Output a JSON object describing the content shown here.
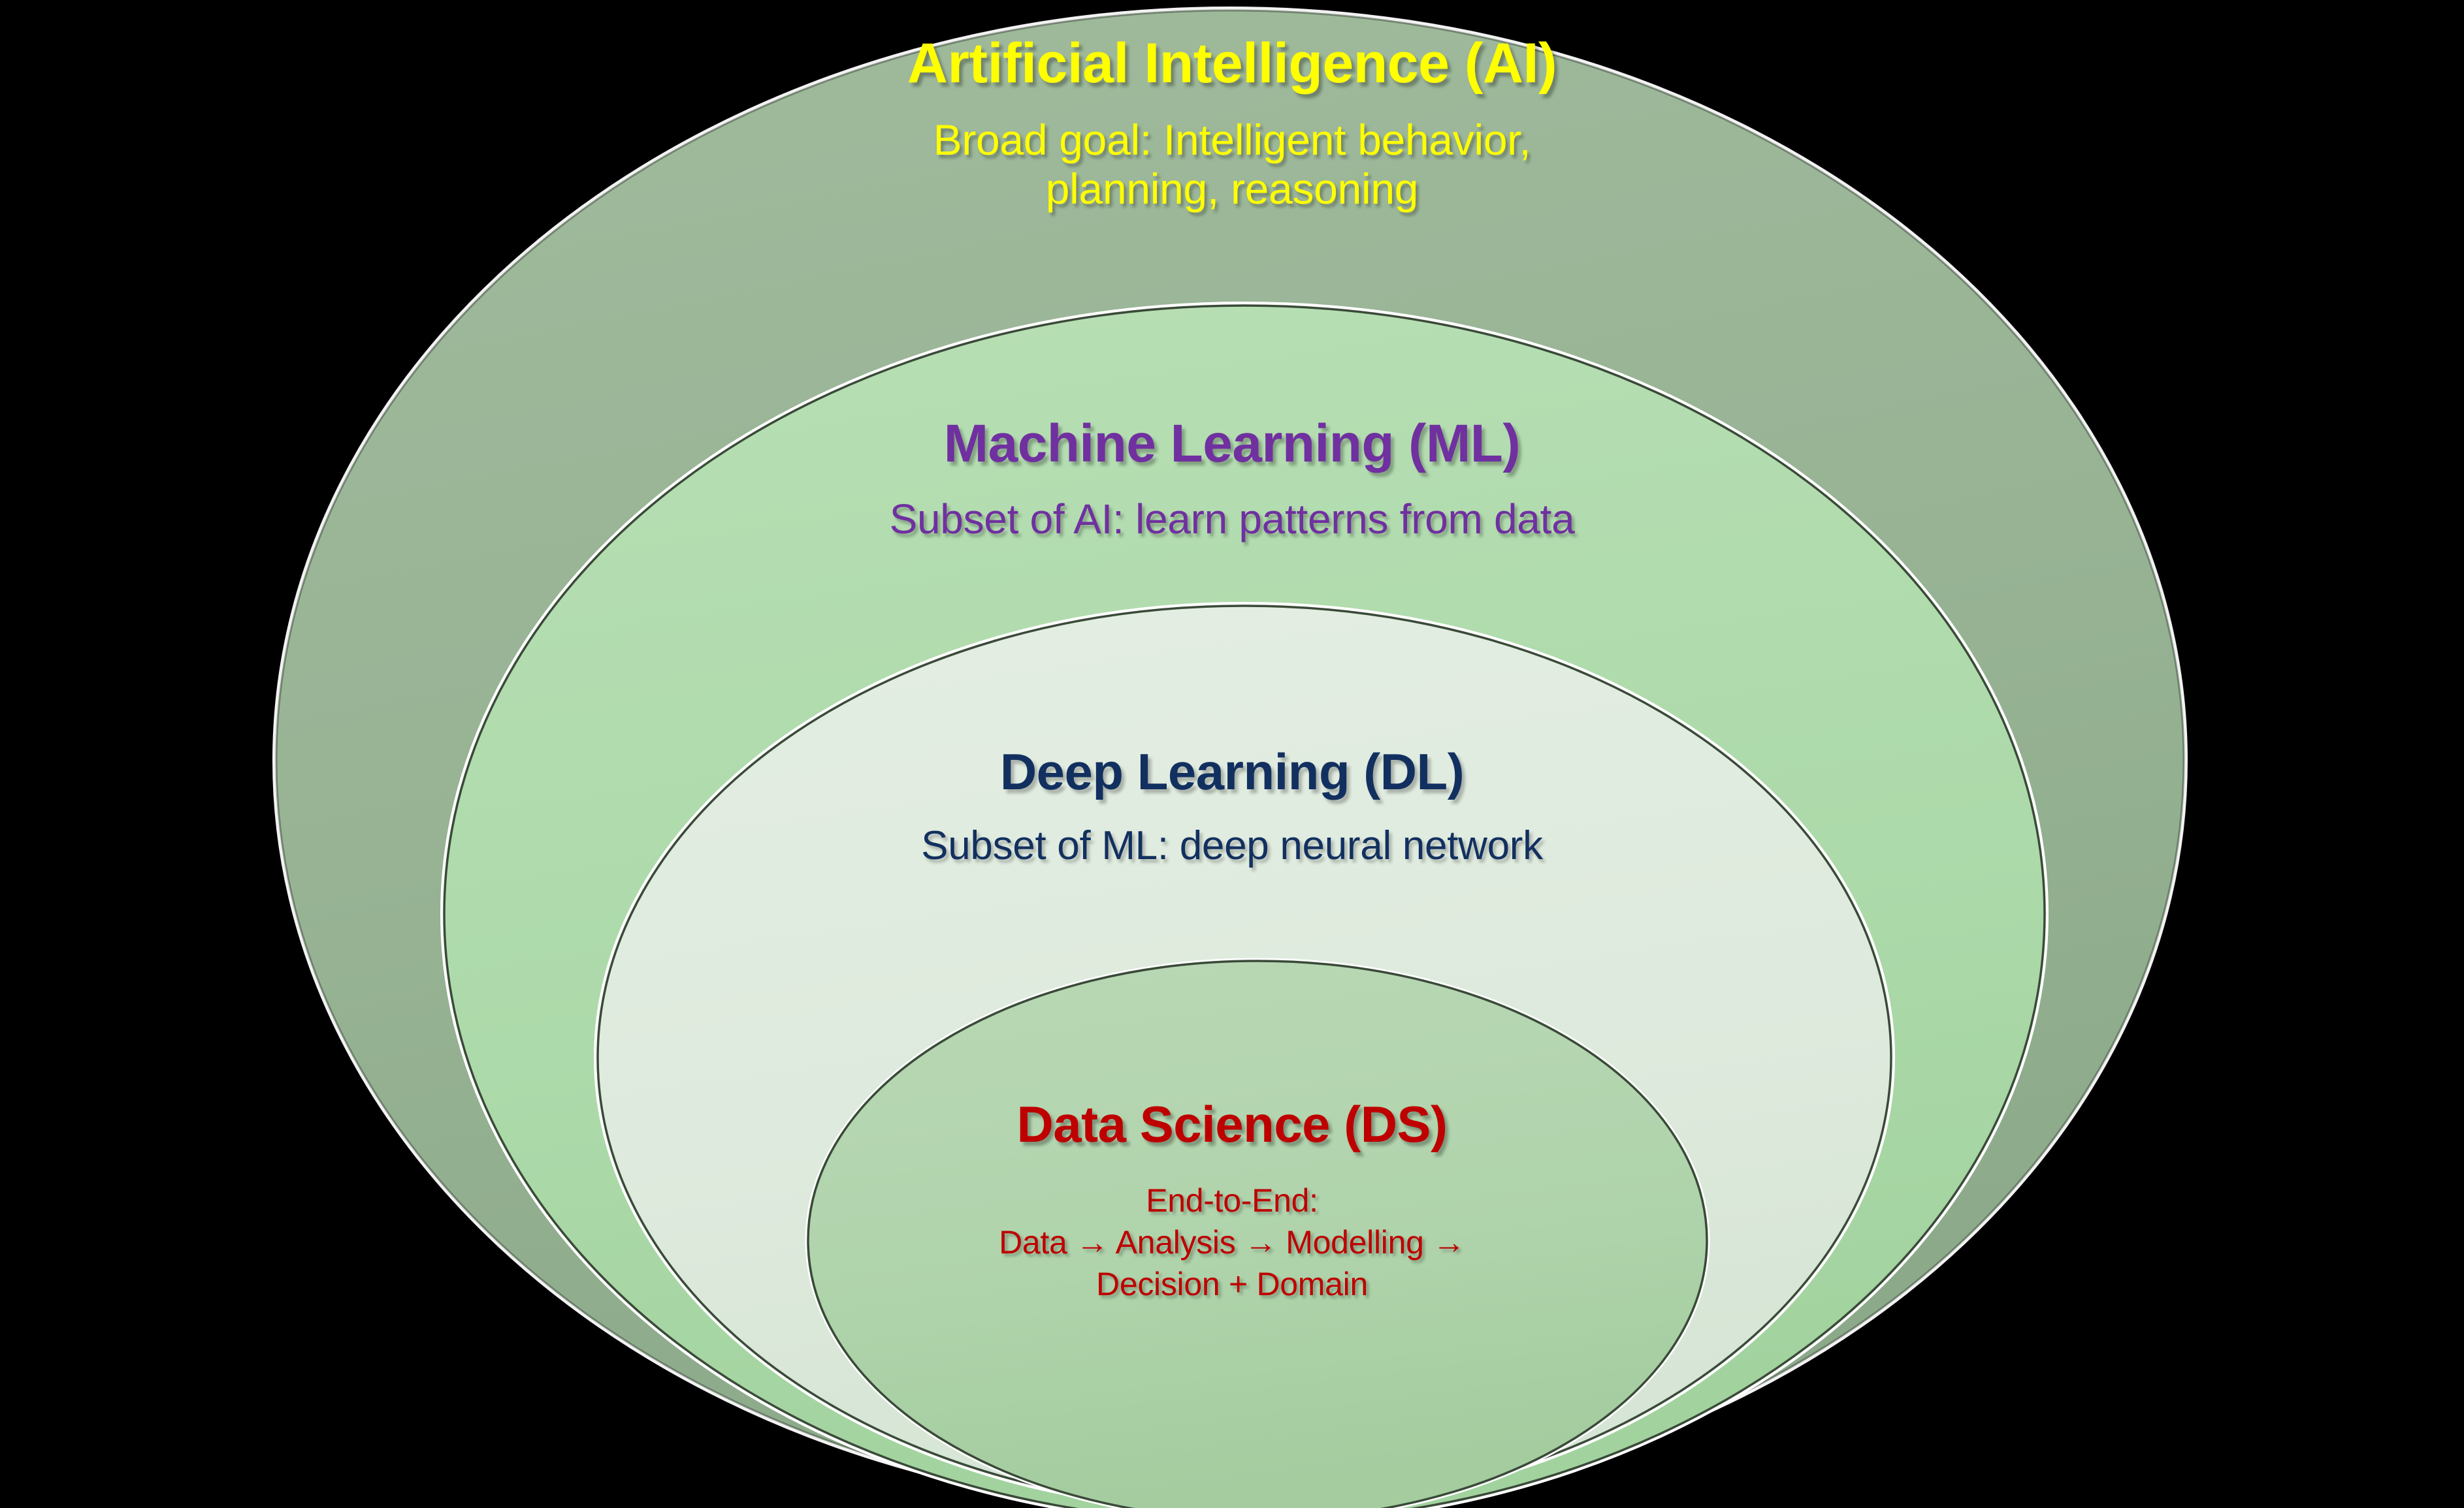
{
  "diagram": {
    "type": "nested-ellipse-venn",
    "background_color": "#000000",
    "layers": [
      {
        "id": "ai",
        "title": "Artificial Intelligence (AI)",
        "subtitle": "Broad goal: Intelligent behavior,\nplanning, reasoning",
        "text_color": "#FFFF00",
        "fill_color": "#97B394",
        "outline_color": "#3A4A38",
        "level": 1
      },
      {
        "id": "ml",
        "title": "Machine Learning (ML)",
        "subtitle": "Subset of AI: learn patterns from data",
        "text_color": "#7030A0",
        "fill_color": "#AEDCAC",
        "outline_color": "#3A4A38",
        "level": 2
      },
      {
        "id": "dl",
        "title": "Deep Learning (DL)",
        "subtitle": "Subset of ML: deep neural network",
        "text_color": "#12305F",
        "fill_color": "#DEEADD",
        "outline_color": "#3A4A38",
        "level": 3
      },
      {
        "id": "ds",
        "title": "Data Science (DS)",
        "subtitle": "End-to-End:\nData → Analysis → Modelling →\nDecision + Domain",
        "text_color": "#BE0000",
        "fill_color": "#AFD3AB",
        "outline_color": "#3A4A38",
        "level": 4
      }
    ]
  }
}
